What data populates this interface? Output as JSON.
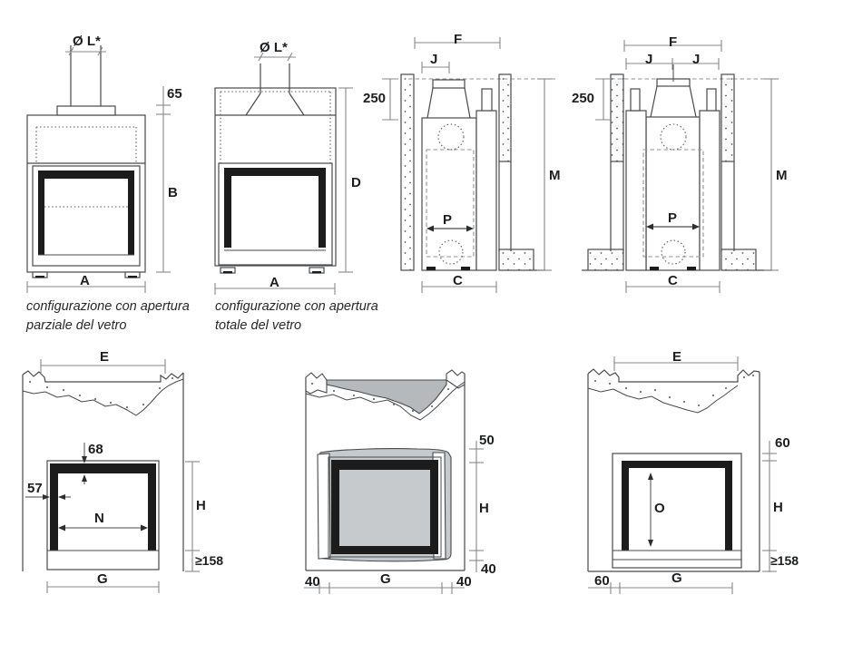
{
  "colors": {
    "line": "#474a4d",
    "dimension_line": "#85888b",
    "frame_black": "#1c1c1c",
    "lintel_gray": "#b6b9bb",
    "surround_gray": "#c7cacc"
  },
  "diagrams": {
    "front_partial": {
      "flue": "Ø L*",
      "top_offset": "65",
      "height": "B",
      "width": "A",
      "caption_line1": "configurazione con apertura",
      "caption_line2": "parziale del vetro"
    },
    "front_total": {
      "flue": "Ø L*",
      "height": "D",
      "width": "A",
      "caption_line1": "configurazione con apertura",
      "caption_line2": "totale del vetro"
    },
    "section_single": {
      "width_f": "F",
      "flue_offset_j": "J",
      "ceiling_offset": "250",
      "height_m": "M",
      "depth_p": "P",
      "depth_c": "C"
    },
    "section_double": {
      "width_f": "F",
      "flue_offset_j_left": "J",
      "flue_offset_j_right": "J",
      "ceiling_offset": "250",
      "height_m": "M",
      "depth_p": "P",
      "depth_c": "C"
    },
    "wall_left": {
      "width_e": "E",
      "lintel_offset": "68",
      "jamb_offset": "57",
      "opening_width_n": "N",
      "opening_height_h": "H",
      "min_floor": "≥158",
      "width_g": "G"
    },
    "wall_middle": {
      "top_gap": "50",
      "opening_height_h": "H",
      "bottom_gap": "40",
      "left_gap": "40",
      "width_g": "G",
      "right_gap": "40"
    },
    "wall_right": {
      "width_e": "E",
      "top_gap": "60",
      "opening_height_o": "O",
      "opening_height_h": "H",
      "min_floor": "≥158",
      "left_gap": "60",
      "width_g": "G"
    }
  }
}
